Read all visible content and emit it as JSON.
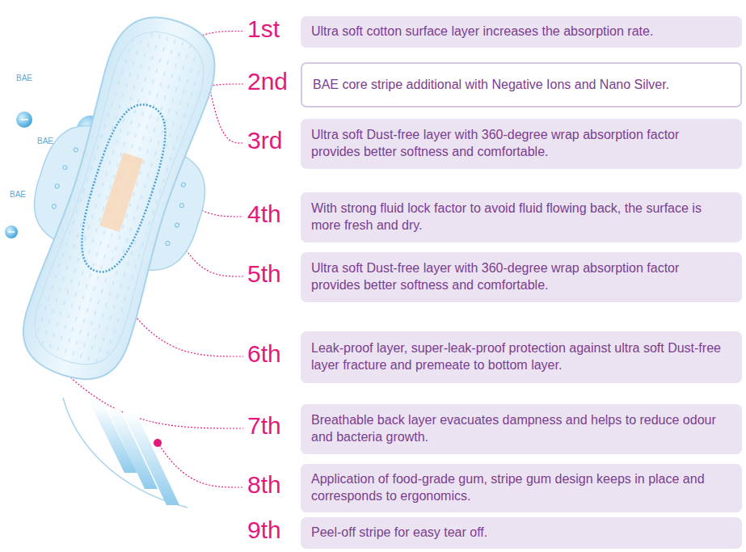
{
  "diagram": {
    "nodes": [
      {
        "text": [
          "Ultra soft cotton surface layer increases the absorption rate."
        ]
      },
      {
        "text": [
          "BAE core stripe additional with Negative Ions and Nano Silver."
        ]
      },
      {
        "text": [
          "Ultra soft Dust-free layer with 360-degree wrap absorption factor provides better softness and comfortable."
        ]
      },
      {
        "text": [
          "With strong fluid lock factor to avoid fluid flowing back, the surface is more fresh and dry."
        ]
      },
      {
        "text": [
          "Ultra soft Dust-free layer with 360-degree wrap absorption factor provides better softness and comfortable."
        ]
      },
      {
        "text": [
          "Leak-proof layer, super-leak-proof protection against ultra soft Dust-free layer fracture and premeate to bottom layer."
        ]
      },
      {
        "text": [
          "Breathable back layer evacuates dampness and helps to reduce odour and bacteria growth."
        ]
      },
      {
        "text": [
          "Application of food-grade gum, stripe gum design keeps in place and corresponds to ergonomics."
        ]
      },
      {
        "text": [
          "Peel-off stripe for easy tear off."
        ]
      }
    ],
    "labels": [
      "1st",
      "2nd",
      "3rd",
      "4th",
      "5th",
      "6th",
      "7th",
      "8th",
      "9th",
      "BAE",
      "BAE",
      "BAE"
    ]
  }
}
